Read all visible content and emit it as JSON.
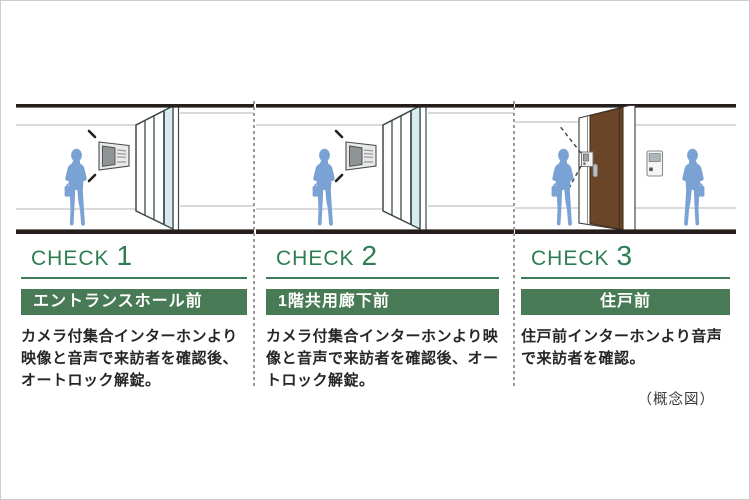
{
  "checks": [
    {
      "label": "CHECK",
      "number": "1",
      "location": "エントランスホール前",
      "description": "カメラ付集合インターホンより映像と音声で来訪者を確認後、オートロック解錠。"
    },
    {
      "label": "CHECK",
      "number": "2",
      "location": "1階共用廊下前",
      "description": "カメラ付集合インターホンより映像と音声で来訪者を確認後、オートロック解錠。"
    },
    {
      "label": "CHECK",
      "number": "3",
      "location": "住戸前",
      "description": "住戸前インターホンより音声で来訪者を確認。"
    }
  ],
  "footnote": "（概念図）",
  "icons": [
    "visitor-person-icon",
    "resident-person-icon",
    "camera-intercom-icon",
    "glass-autolock-door-icon",
    "dwelling-door-icon",
    "door-intercom-icon",
    "interior-monitor-icon"
  ],
  "colors": {
    "accent_green": "#477a55",
    "heading_green": "#2e7d52",
    "person_blue": "#7ba2d4",
    "door_brown": "#6b4527",
    "glass_tint": "#d8ecef",
    "structure_dark": "#251e1a",
    "wall_line_gray": "#c4c4c4"
  }
}
